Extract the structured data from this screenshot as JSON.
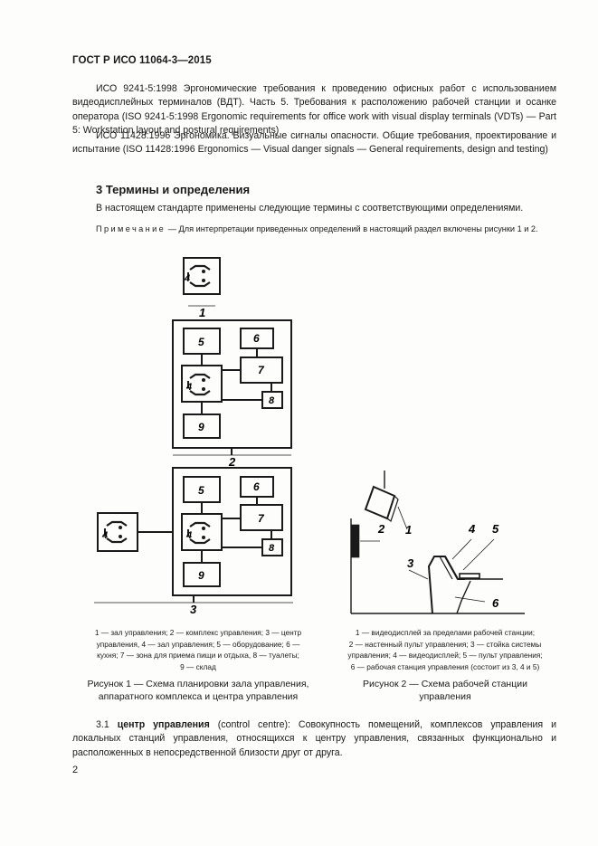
{
  "header": "ГОСТ Р ИСО 11064-3—2015",
  "refs": [
    "ИСО 9241-5:1998 Эргономические требования к проведению офисных работ с использованием видеодисплейных терминалов (ВДТ). Часть 5. Требования к расположению рабочей станции и осанке оператора (ISO 9241-5:1998 Ergonomic requirements for office work with visual display terminals (VDTs) — Part 5: Workstation layout and postural requirements)",
    "ИСО 11428:1996 Эргономика. Визуальные сигналы опасности. Общие требования, проектирование и испытание (ISO 11428:1996 Ergonomics — Visual danger signals — General requirements, design and testing)"
  ],
  "section_title": "3 Термины и определения",
  "intro": "В настоящем стандарте применены следующие термины с соответствующими определениями.",
  "note_label": "Примечание",
  "note_text": " — Для интерпретации приведенных определений в настоящий раздел включены рисунки 1 и 2.",
  "figure1": {
    "labels": {
      "n1": "1",
      "n2": "2",
      "n3": "3",
      "n4": "4",
      "n5": "5",
      "n6": "6",
      "n7": "7",
      "n8": "8",
      "n9": "9"
    },
    "legend": [
      "1 — зал управления; 2 — комплекс управления; 3 — центр",
      "управления, 4 — зал управления; 5 — оборудование; 6 —",
      "кухня; 7 — зона для приема пищи и отдыха, 8 — туалеты;",
      "9 — склад"
    ],
    "caption": [
      "Рисунок 1 — Схема планировки зала управления,",
      "аппаратного комплекса и центра управления"
    ]
  },
  "figure2": {
    "labels": {
      "n1": "1",
      "n2": "2",
      "n3": "3",
      "n4": "4",
      "n5": "5",
      "n6": "6"
    },
    "legend": [
      "1 — видеодисплей за пределами рабочей станции;",
      "2 — настенный пульт управления; 3 — стойка системы",
      "управления; 4 — видеодисплей; 5 — пульт управления;",
      "6 — рабочая станция управления (состоит из 3, 4 и 5)"
    ],
    "caption": [
      "Рисунок 2 — Схема рабочей станции",
      "управления"
    ]
  },
  "term": {
    "number": "3.1",
    "name": "центр управления",
    "english": " (control centre): ",
    "definition": "Совокупность помещений, комплексов управления и локальных станций управления, относящихся к центру управления, связанных функционально и расположенных в непосредственной близости друг от друга."
  },
  "page_number": "2"
}
